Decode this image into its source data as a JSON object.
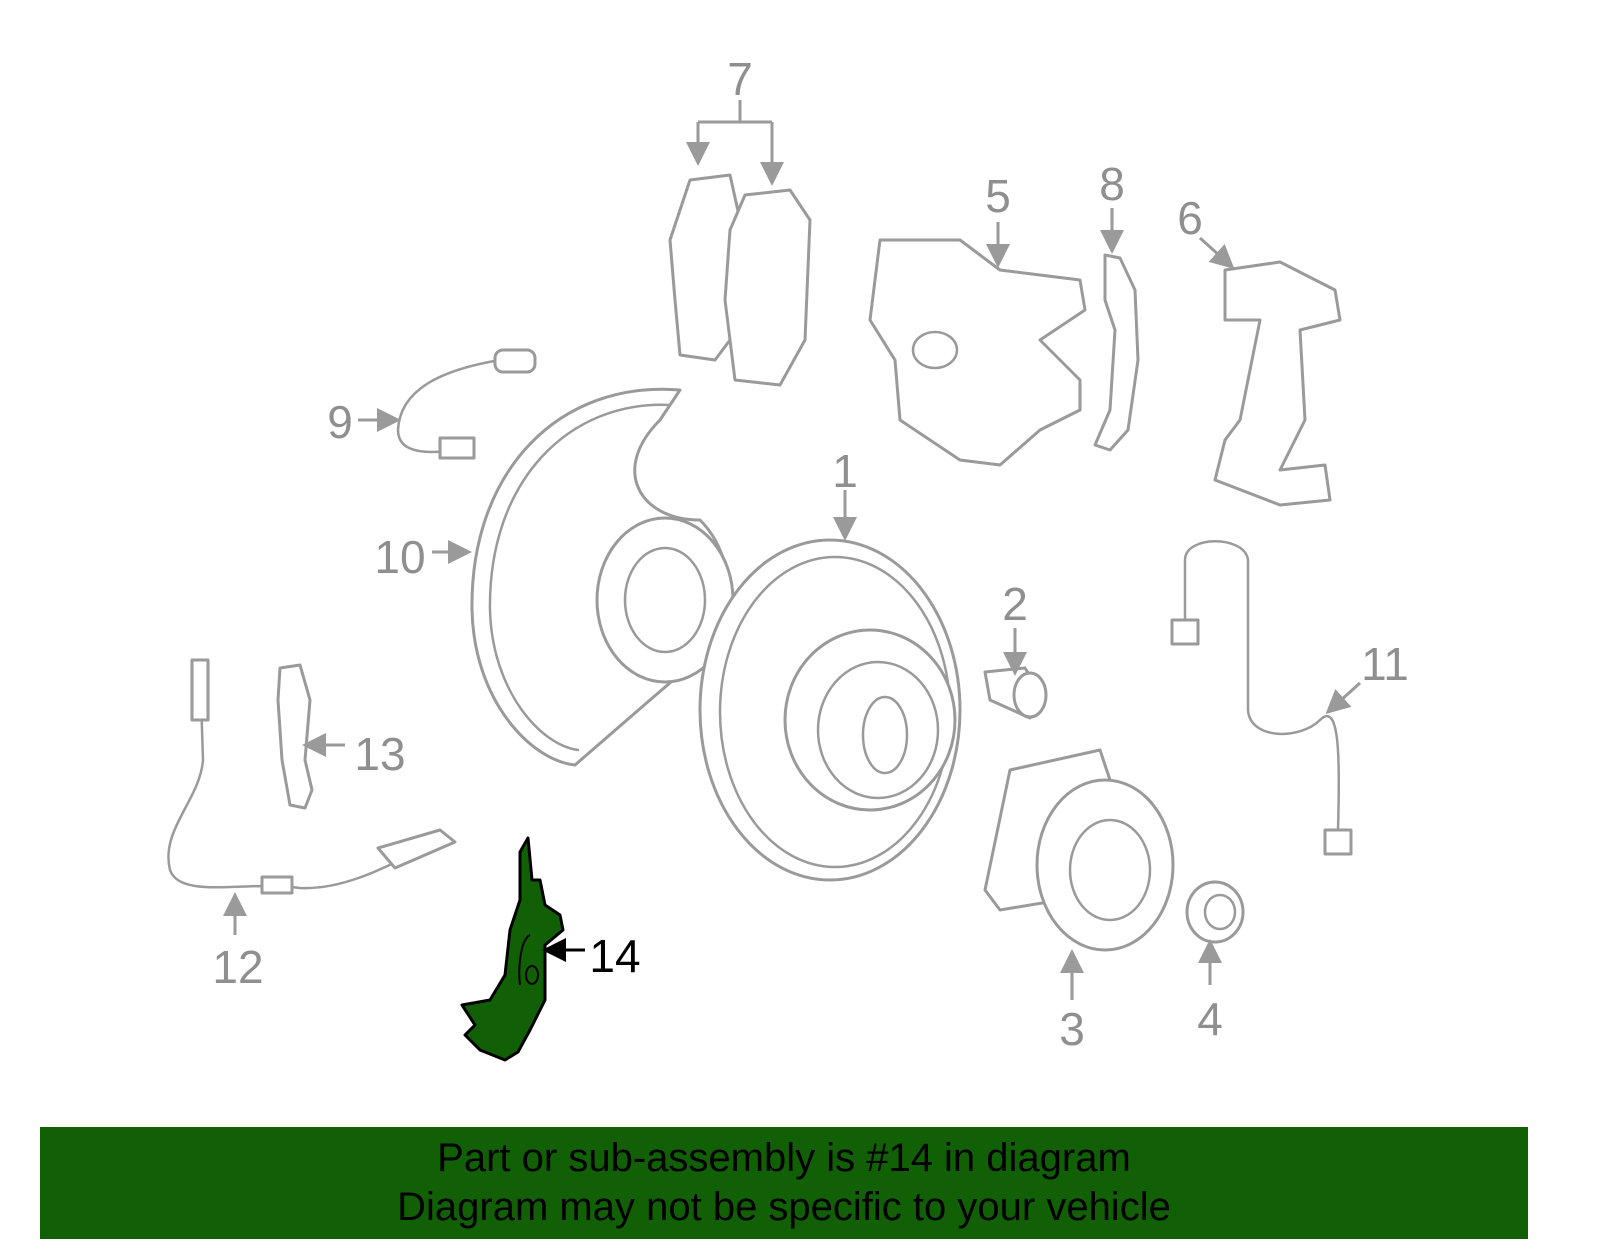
{
  "diagram": {
    "highlight_color": "#116005",
    "callouts": [
      {
        "id": "1",
        "label": "1"
      },
      {
        "id": "2",
        "label": "2"
      },
      {
        "id": "3",
        "label": "3"
      },
      {
        "id": "4",
        "label": "4"
      },
      {
        "id": "5",
        "label": "5"
      },
      {
        "id": "6",
        "label": "6"
      },
      {
        "id": "7",
        "label": "7"
      },
      {
        "id": "8",
        "label": "8"
      },
      {
        "id": "9",
        "label": "9"
      },
      {
        "id": "10",
        "label": "10"
      },
      {
        "id": "11",
        "label": "11"
      },
      {
        "id": "12",
        "label": "12"
      },
      {
        "id": "13",
        "label": "13"
      },
      {
        "id": "14",
        "label": "14",
        "highlighted": true
      }
    ]
  },
  "banner": {
    "line1": "Part or sub-assembly is #14 in diagram",
    "line2": "Diagram may not be specific to your vehicle",
    "color": "#116005"
  }
}
